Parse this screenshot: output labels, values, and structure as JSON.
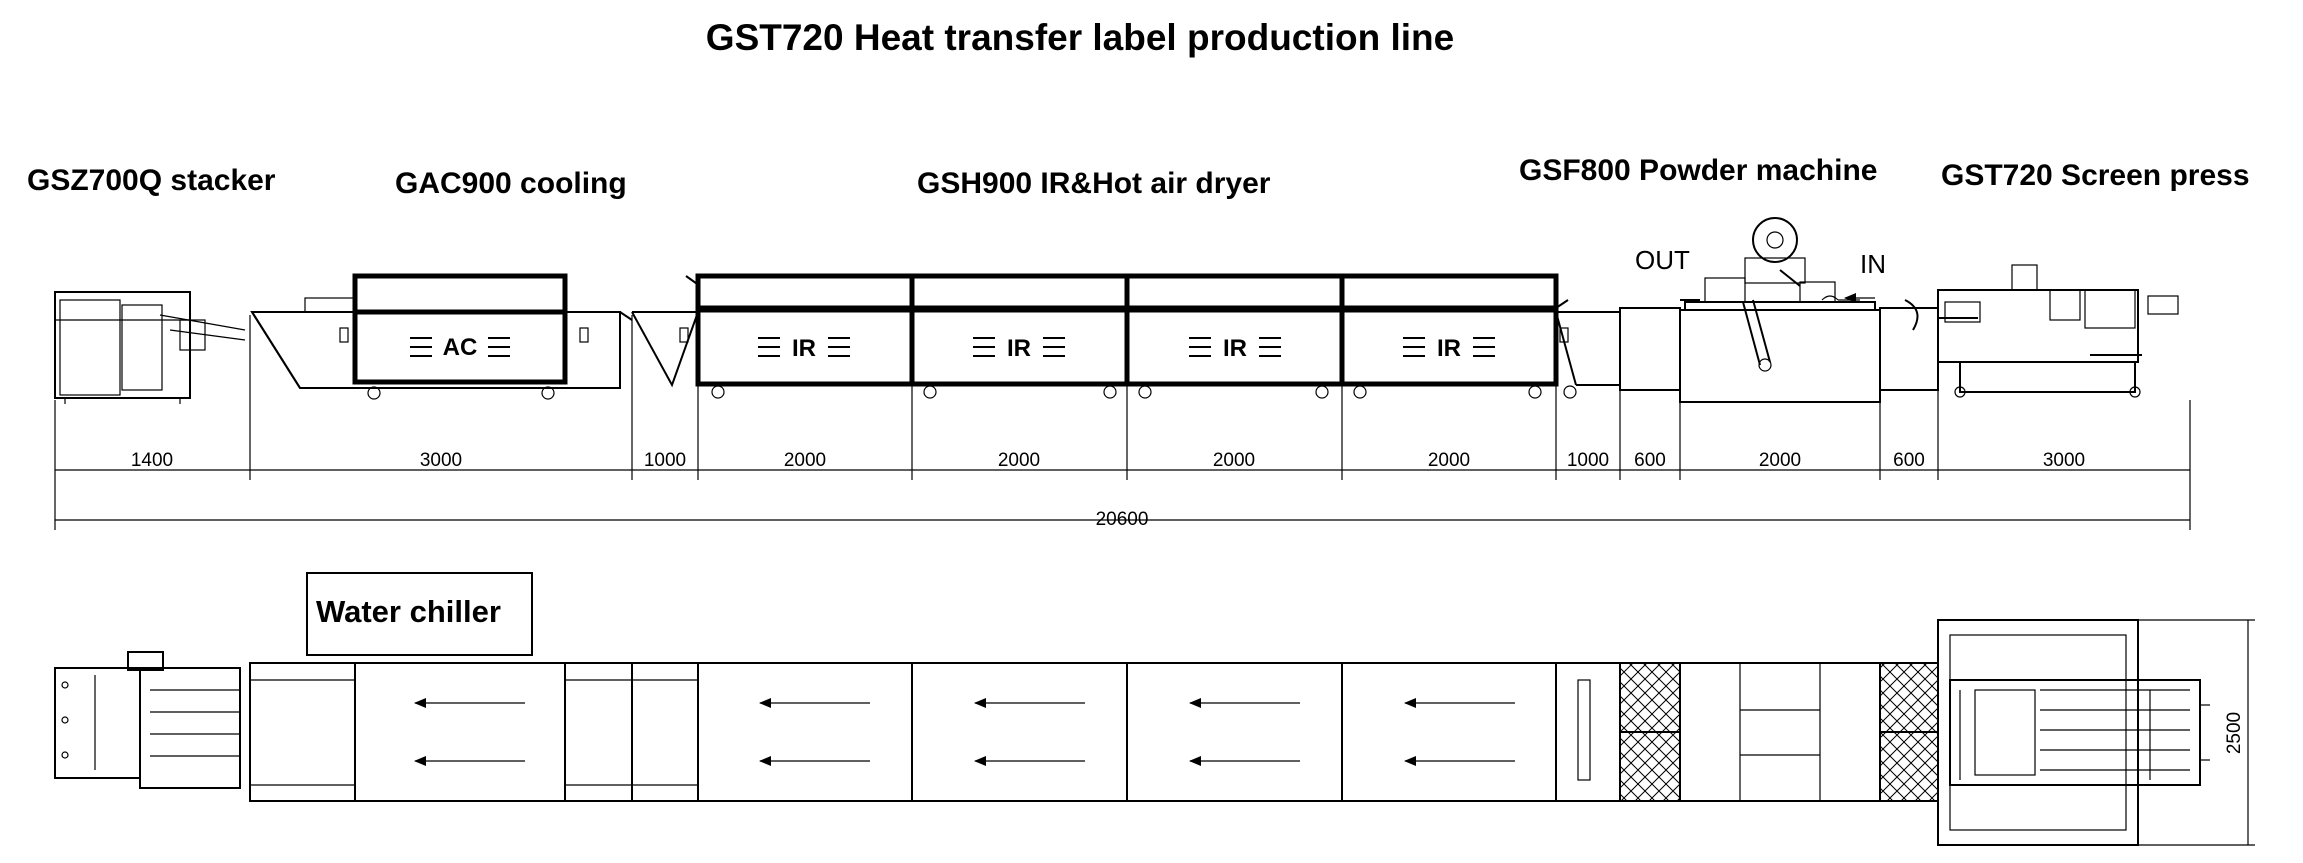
{
  "title": "GST720 Heat transfer label production line",
  "machines": {
    "stacker": "GSZ700Q stacker",
    "cooling": "GAC900 cooling",
    "dryer": "GSH900 IR&Hot air dryer",
    "powder": "GSF800 Powder machine",
    "press": "GST720 Screen press"
  },
  "flow": {
    "out": "OUT",
    "in": "IN"
  },
  "badges": {
    "cooling": "AC",
    "dryer": "IR"
  },
  "dimensions": {
    "segments": [
      "1400",
      "3000",
      "1000",
      "2000",
      "2000",
      "2000",
      "2000",
      "1000",
      "600",
      "2000",
      "600",
      "3000"
    ],
    "total": "20600",
    "width": "2500"
  },
  "plan": {
    "chiller_label": "Water chiller"
  }
}
